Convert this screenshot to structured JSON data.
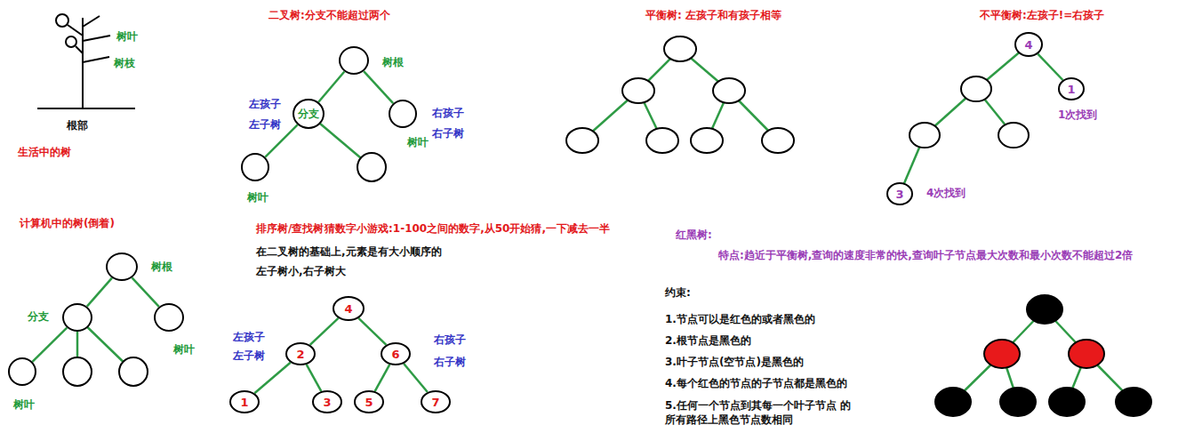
{
  "diagram": {
    "nodes": [
      {
        "text": [
          "树根"
        ]
      },
      {
        "text": [
          "分支"
        ]
      },
      {
        "text": [
          "树叶"
        ]
      },
      {
        "text": [
          "树叶"
        ]
      },
      {
        "text": [
          "4"
        ]
      },
      {
        "text": [
          "1"
        ]
      },
      {
        "text": [
          "3"
        ]
      },
      {
        "text": [
          "树根"
        ]
      },
      {
        "text": [
          "分支"
        ]
      },
      {
        "text": [
          "树叶"
        ]
      },
      {
        "text": [
          "树叶"
        ]
      },
      {
        "text": [
          "4"
        ]
      },
      {
        "text": [
          "2"
        ]
      },
      {
        "text": [
          "6"
        ]
      },
      {
        "text": [
          "1"
        ]
      },
      {
        "text": [
          "3"
        ]
      },
      {
        "text": [
          "5"
        ]
      },
      {
        "text": [
          "7"
        ]
      }
    ],
    "edges": [
      {
        "from": 0,
        "to": 1,
        "arrow": "none"
      },
      {
        "from": 0,
        "to": 2,
        "arrow": "none"
      },
      {
        "from": 1,
        "to": 3,
        "arrow": "none"
      },
      {
        "from": 4,
        "to": 5,
        "arrow": "none"
      },
      {
        "from": 7,
        "to": 8,
        "arrow": "none"
      },
      {
        "from": 7,
        "to": 9,
        "arrow": "none"
      },
      {
        "from": 8,
        "to": 10,
        "arrow": "none"
      },
      {
        "from": 11,
        "to": 12,
        "arrow": "none"
      },
      {
        "from": 11,
        "to": 13,
        "arrow": "none"
      },
      {
        "from": 12,
        "to": 14,
        "arrow": "none"
      },
      {
        "from": 12,
        "to": 15,
        "arrow": "none"
      },
      {
        "from": 13,
        "to": 16,
        "arrow": "none"
      },
      {
        "from": 13,
        "to": 17,
        "arrow": "none"
      }
    ],
    "labels": [
      "生活中的树",
      "树叶",
      "树枝",
      "根部",
      "计算机中的树(倒着)",
      "二叉树:分支不能超过两个",
      "左孩子",
      "左子树",
      "右孩子",
      "右子树",
      "平衡树: 左孩子和有孩子相等",
      "不平衡树:左孩子!=右孩子",
      "1次找到",
      "4次找到",
      "排序树/查找树",
      "猜数字小游戏:1-100之间的数字,从50开始猜,一下减去一半",
      "在二叉树的基础上,元素是有大小顺序的",
      "左子树小,右子树大",
      "左孩子",
      "左子树",
      "右孩子",
      "右子树",
      "红黑树:",
      "特点:趋近于平衡树,查询的速度非常的快,查询叶子节点最大次数和最小次数不能超过2倍",
      "约束:",
      "1.节点可以是红色的或者黑色的",
      "2.根节点是黑色的",
      "3.叶子节点(空节点)是黑色的",
      "4.每个红色的节点的子节点都是黑色的",
      "5.任何一个节点到其每一个叶子节点 的所有路径上黑色节点数相同"
    ]
  }
}
